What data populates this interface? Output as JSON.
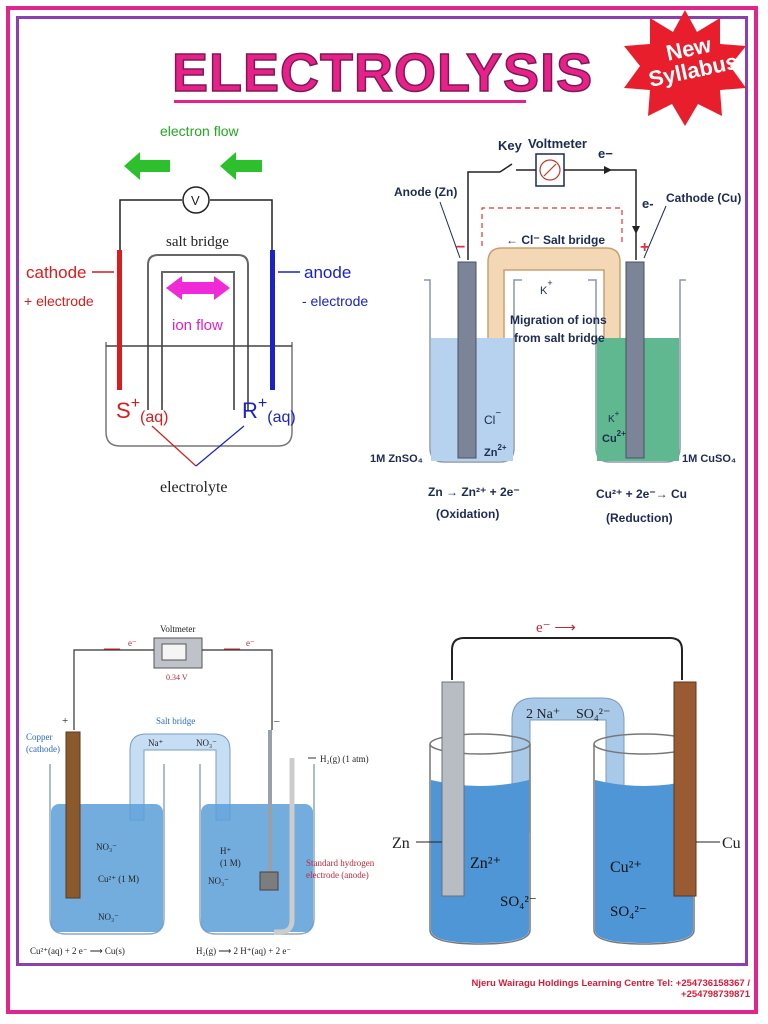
{
  "title": "ELECTROLYSIS",
  "badge": {
    "line1": "New",
    "line2": "Syllabus"
  },
  "footer": "Njeru Wairagu Holdings Learning Centre Tel: +254736158367 / +254798739871",
  "diagram1": {
    "electron_flow": "electron flow",
    "meter": "V",
    "salt_bridge": "salt bridge",
    "cathode": "cathode",
    "cathode_sign": "+ electrode",
    "anode": "anode",
    "anode_sign": "- electrode",
    "ion_flow": "ion flow",
    "left_ion": "S",
    "left_ion_sup": "+",
    "left_ion_sub": "(aq)",
    "right_ion": "R",
    "right_ion_sup": "+",
    "right_ion_sub": "(aq)",
    "electrolyte": "electrolyte"
  },
  "diagram2": {
    "key": "Key",
    "voltmeter": "Voltmeter",
    "e_top": "e−",
    "e_right": "e-",
    "anode": "Anode (Zn)",
    "cathode": "Cathode (Cu)",
    "minus": "−",
    "plus": "+",
    "salt_bridge": "← Cl⁻ Salt bridge",
    "k_plus": "K",
    "k_sup": "+",
    "migration1": "Migration of ions",
    "migration2": "from salt bridge",
    "cl": "Cl",
    "cl_sup": "−",
    "zn2": "Zn",
    "zn2_sup": "2+",
    "k_small": "K",
    "k_small_sup": "+",
    "cu2": "Cu",
    "cu2_sup": "2+",
    "left_solution": "1M ZnSO₄",
    "right_solution": "1M CuSO₄",
    "left_eq": "Zn → Zn²⁺ + 2e⁻",
    "left_label": "(Oxidation)",
    "right_eq": "Cu²⁺ + 2e⁻→ Cu",
    "right_label": "(Reduction)"
  },
  "diagram3": {
    "voltmeter": "Voltmeter",
    "reading": "0.34 V",
    "e_left": "e⁻",
    "e_right": "e⁻",
    "plus": "+",
    "minus": "–",
    "copper": "Copper",
    "copper_role": "(cathode)",
    "salt_bridge": "Salt bridge",
    "na": "Na⁺",
    "no3_bridge": "NO₃⁻",
    "h2_gas": "H₂(g) (1 atm)",
    "no3_left": "NO₃⁻",
    "cu_ion": "Cu²⁺ (1 M)",
    "no3_bottom": "NO₃⁻",
    "h_plus": "H⁺",
    "h_conc": "(1 M)",
    "no3_right": "NO₃⁻",
    "she1": "Standard hydrogen",
    "she2": "electrode (anode)",
    "left_eq": "Cu²⁺(aq) + 2 e⁻ ⟶ Cu(s)",
    "right_eq": "H₂(g) ⟶ 2 H⁺(aq) + 2 e⁻"
  },
  "diagram4": {
    "e_arrow": "e⁻ ⟶",
    "na": "2 Na⁺",
    "so4_bridge": "SO₄²⁻",
    "zn": "Zn",
    "cu": "Cu",
    "zn_ion": "Zn²⁺",
    "cu_ion": "Cu²⁺",
    "so4_left": "SO₄²⁻",
    "so4_right": "SO₄²⁻"
  }
}
